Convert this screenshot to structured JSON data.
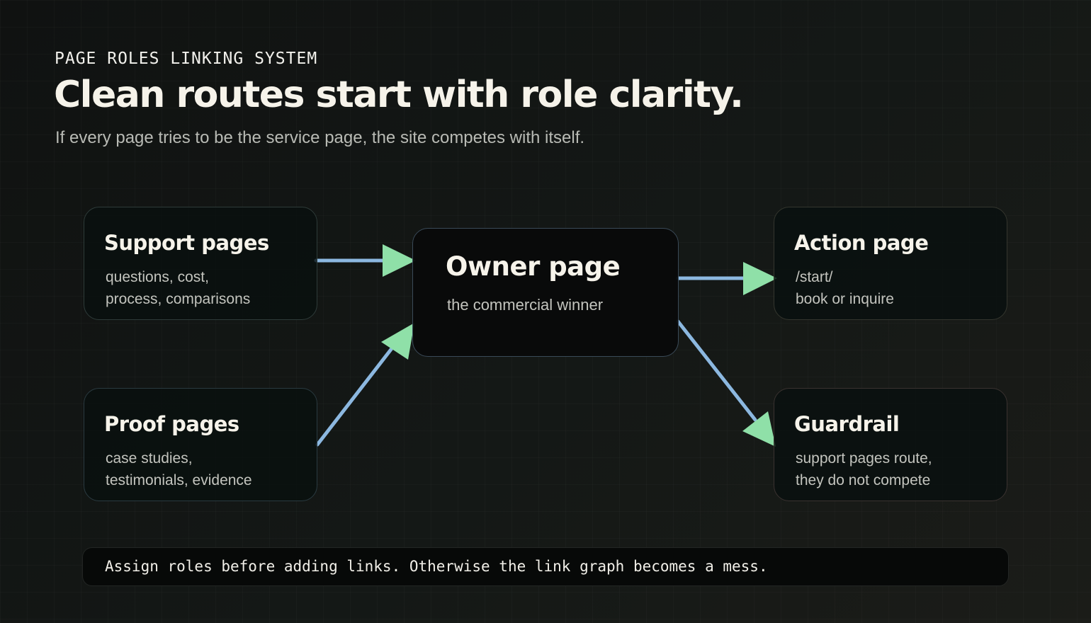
{
  "header": {
    "eyebrow": "PAGE ROLES LINKING SYSTEM",
    "title": "Clean routes start with role clarity.",
    "subtitle": "If every page tries to be the service page, the site competes with itself."
  },
  "nodes": {
    "support": {
      "label": "Support pages",
      "desc": [
        "questions, cost,",
        "process, comparisons"
      ]
    },
    "proof": {
      "label": "Proof pages",
      "desc": [
        "case studies,",
        "testimonials, evidence"
      ]
    },
    "owner": {
      "label": "Owner page",
      "desc": [
        "the commercial winner"
      ]
    },
    "action": {
      "label": "Action page",
      "desc": [
        "/start/",
        "book or inquire"
      ]
    },
    "guard": {
      "label": "Guardrail",
      "desc": [
        "support pages route,",
        "they do not compete"
      ]
    }
  },
  "edges": [
    {
      "from": "support",
      "to": "owner"
    },
    {
      "from": "proof",
      "to": "owner"
    },
    {
      "from": "owner",
      "to": "action"
    },
    {
      "from": "owner",
      "to": "guard"
    }
  ],
  "colors": {
    "arrow_line": "#8cb8e0",
    "arrow_head": "#8fe0a8"
  },
  "footer": {
    "text": "Assign roles before adding links. Otherwise the link graph becomes a mess."
  }
}
